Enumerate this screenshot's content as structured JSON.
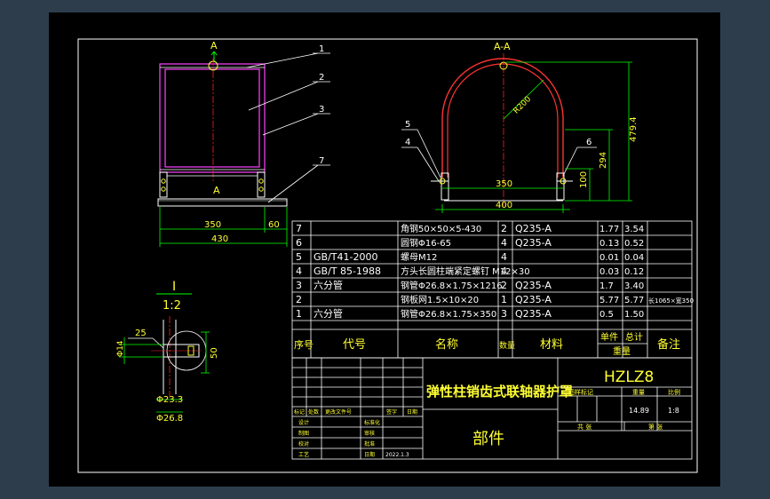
{
  "colors": {
    "background": "#000000",
    "frame": "#2e3d4c",
    "line": "#ffffff",
    "dimension": "#00ff00",
    "text": "#ffff33",
    "centerline": "#ff2020",
    "part": "#ff44ff",
    "arc": "#ff3333"
  },
  "views": {
    "front": {
      "section_mark_top": "A",
      "section_mark_bottom": "A",
      "leaders": [
        "1",
        "2",
        "3",
        "7"
      ],
      "dims": {
        "inner": "350",
        "side": "60",
        "overall": "430"
      }
    },
    "section": {
      "title": "A-A",
      "leaders": [
        "5",
        "4",
        "6"
      ],
      "dims": {
        "radius": "R200",
        "height": "479.4",
        "mid": "294",
        "low": "100",
        "inner": "350",
        "outer": "400"
      }
    },
    "detail": {
      "title_top": "I",
      "title_bottom": "1:2",
      "leader": "25",
      "dims": {
        "dia_left": "Φ14",
        "height": "50",
        "d1": "Φ23.3",
        "d2": "Φ26.8"
      }
    }
  },
  "bom": {
    "rows": [
      {
        "no": "7",
        "code": "",
        "name": "角钢50×50×5-430",
        "qty": "2",
        "material": "Q235-A",
        "unit": "1.77",
        "total": "3.54",
        "note": ""
      },
      {
        "no": "6",
        "code": "",
        "name": "圆钢Φ16-65",
        "qty": "4",
        "material": "Q235-A",
        "unit": "0.13",
        "total": "0.52",
        "note": ""
      },
      {
        "no": "5",
        "code": "GB/T41-2000",
        "name": "螺母M12",
        "qty": "4",
        "material": "",
        "unit": "0.01",
        "total": "0.04",
        "note": ""
      },
      {
        "no": "4",
        "code": "GB/T 85-1988",
        "name": "方头长圆柱端紧定螺钉 M12×30",
        "qty": "4",
        "material": "",
        "unit": "0.03",
        "total": "0.12",
        "note": ""
      },
      {
        "no": "3",
        "code": "六分管",
        "name": "钢管Φ26.8×1.75×1216",
        "qty": "2",
        "material": "Q235-A",
        "unit": "1.7",
        "total": "3.40",
        "note": ""
      },
      {
        "no": "2",
        "code": "",
        "name": "钢板网1.5×10×20",
        "qty": "1",
        "material": "Q235-A",
        "unit": "5.77",
        "total": "5.77",
        "note": "长1065×宽350"
      },
      {
        "no": "1",
        "code": "六分管",
        "name": "钢管Φ26.8×1.75×350",
        "qty": "3",
        "material": "Q235-A",
        "unit": "0.5",
        "total": "1.50",
        "note": ""
      }
    ],
    "headers": {
      "no": "序号",
      "code": "代号",
      "name": "名称",
      "qty": "数量",
      "material": "材料",
      "unit": "单件",
      "total": "总计",
      "weight": "重量",
      "note": "备注"
    }
  },
  "titleblock": {
    "drawing_no": "HZLZ8",
    "title": "弹性柱销齿式联轴器护罩",
    "part": "部件",
    "stage_label": "图样标记",
    "weight_label": "重量",
    "scale_label": "比例",
    "weight": "14.89",
    "scale": "1:8",
    "sheets_label": "共 张",
    "sheet_label": "第 张",
    "rev_labels": [
      "标记",
      "处数",
      "更改文件号",
      "签字",
      "日期"
    ],
    "roles": [
      "设计",
      "制图",
      "校对",
      "工艺"
    ],
    "roles_right": [
      "标准化",
      "审核",
      "批准",
      "日期"
    ],
    "date": "2022.1.3"
  }
}
